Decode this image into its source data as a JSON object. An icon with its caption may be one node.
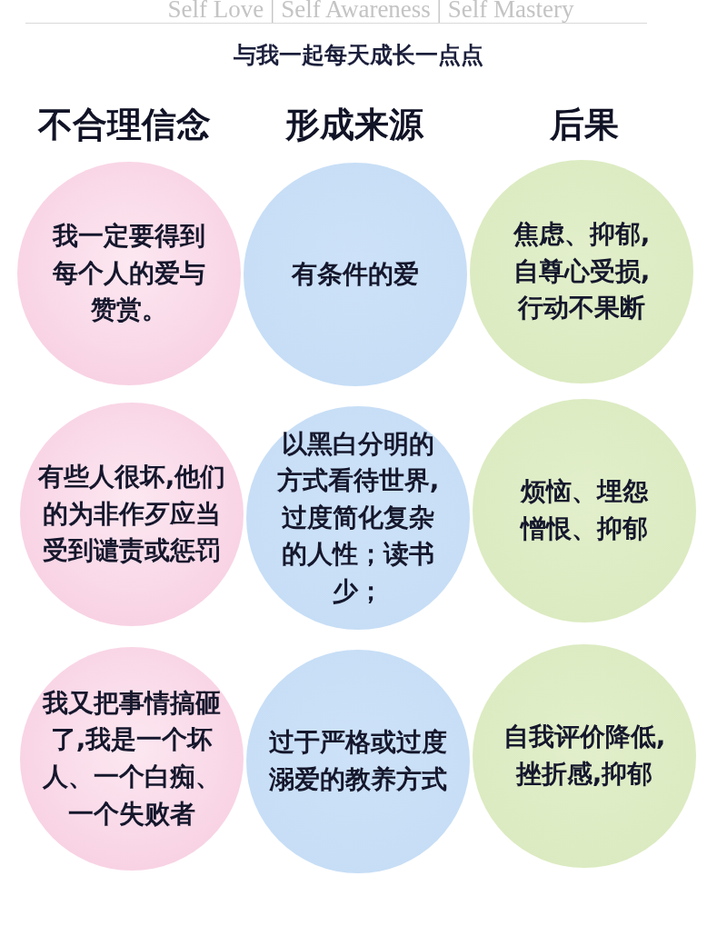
{
  "diagram": {
    "title": "与我一起每天成长一点点",
    "nodes": [
      {
        "text": [
          "我一定要得到每个人的爱与赞赏。"
        ]
      },
      {
        "text": [
          "有条件的爱"
        ]
      },
      {
        "text": [
          "焦虑、抑郁,自尊心受损,行动不果断"
        ]
      },
      {
        "text": [
          "有些人很坏,他们的为非作歹应当受到谴责或惩罚"
        ]
      },
      {
        "text": [
          "以黑白分明的方式看待世界,过度简化复杂的人性；读书少；"
        ]
      },
      {
        "text": [
          "烦恼、埋怨憎恨、抑郁"
        ]
      },
      {
        "text": [
          "我又把事情搞砸了,我是一个坏人、一个白痴、一个失败者"
        ]
      },
      {
        "text": [
          "过于严格或过度溺爱的教养方式"
        ]
      },
      {
        "text": [
          "自我评价降低,挫折感,抑郁"
        ]
      }
    ],
    "labels": [
      "Self Love | Self Awareness | Self Mastery",
      "不合理信念",
      "形成来源",
      "后果"
    ]
  }
}
